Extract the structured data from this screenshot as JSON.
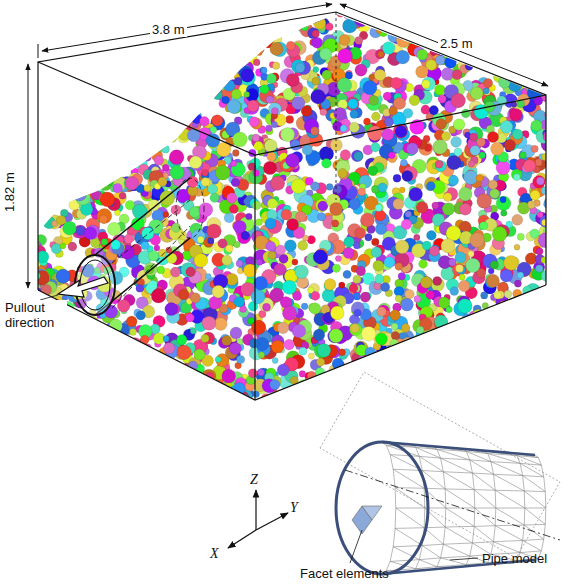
{
  "diagram": {
    "labels": [
      "3.8 m",
      "2.5 m",
      "1.82 m",
      "Pullout direction",
      "Z",
      "X",
      "Y",
      "Facet elements",
      "Pipe model"
    ]
  }
}
